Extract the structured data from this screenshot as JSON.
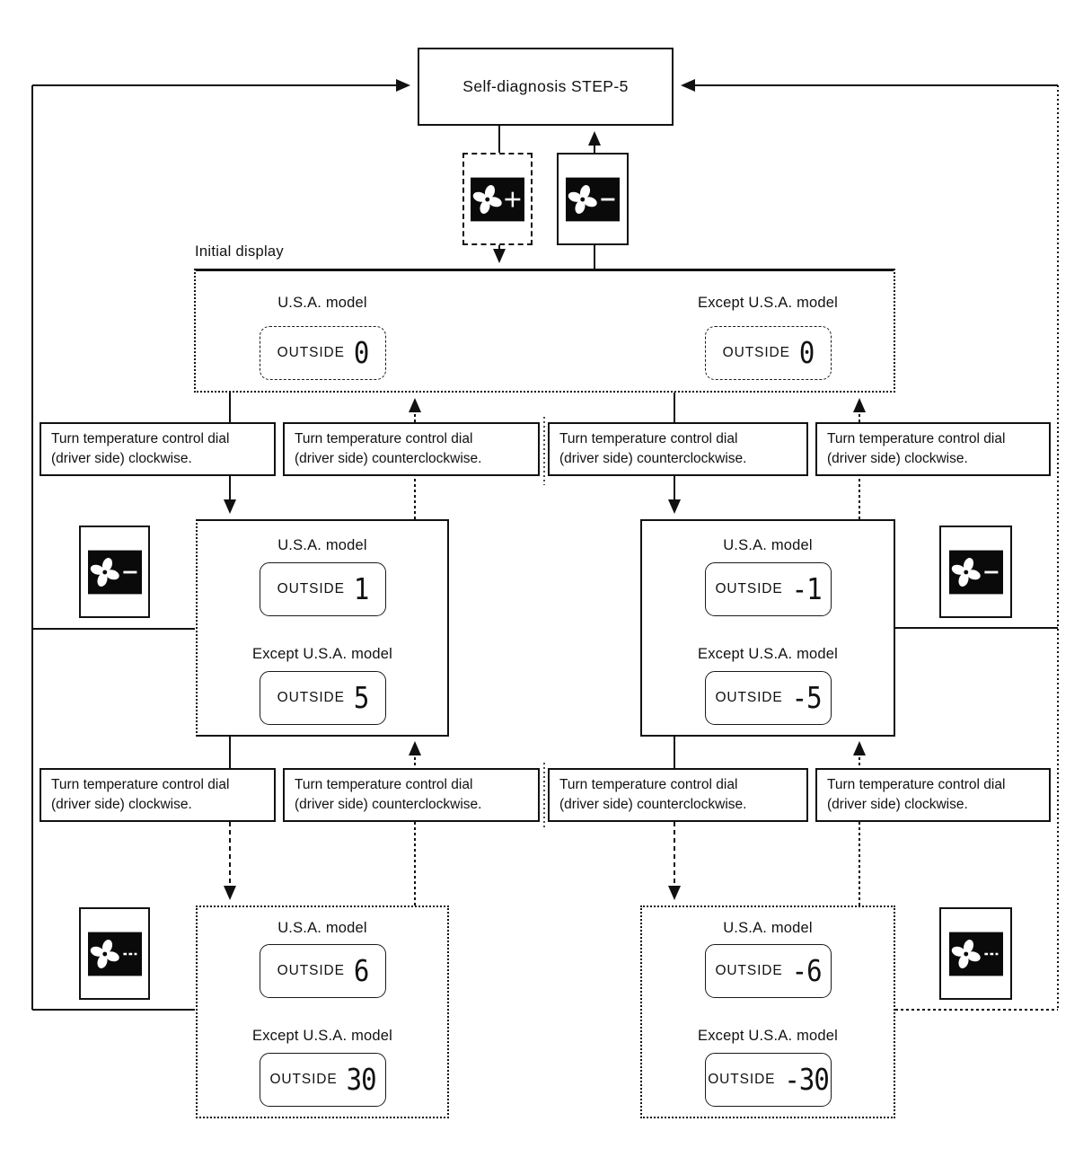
{
  "step5": {
    "title": "Self-diagnosis STEP-5"
  },
  "initial": {
    "caption": "Initial display",
    "usa": {
      "label": "U.S.A. model",
      "outside": "OUTSIDE",
      "value": "0"
    },
    "except_usa": {
      "label": "Except U.S.A. model",
      "outside": "OUTSIDE",
      "value": "0"
    }
  },
  "instructions": {
    "cw": {
      "line1": "Turn temperature control dial",
      "line2": "(driver side) clockwise."
    },
    "ccw": {
      "line1": "Turn temperature control dial",
      "line2": "(driver side) counterclockwise."
    }
  },
  "mid_left": {
    "usa": {
      "label": "U.S.A. model",
      "outside": "OUTSIDE",
      "value": "1"
    },
    "except_usa": {
      "label": "Except U.S.A. model",
      "outside": "OUTSIDE",
      "value": "5"
    }
  },
  "mid_right": {
    "usa": {
      "label": "U.S.A. model",
      "outside": "OUTSIDE",
      "value": "-1"
    },
    "except_usa": {
      "label": "Except U.S.A. model",
      "outside": "OUTSIDE",
      "value": "-5"
    }
  },
  "bottom_left": {
    "usa": {
      "label": "U.S.A. model",
      "outside": "OUTSIDE",
      "value": "6"
    },
    "except_usa": {
      "label": "Except U.S.A. model",
      "outside": "OUTSIDE",
      "value": "30"
    }
  },
  "bottom_right": {
    "usa": {
      "label": "U.S.A. model",
      "outside": "OUTSIDE",
      "value": "-6"
    },
    "except_usa": {
      "label": "Except U.S.A. model",
      "outside": "OUTSIDE",
      "value": "-30"
    }
  },
  "icons": {
    "fan": "fan-icon",
    "plus": "+",
    "minus": "−"
  },
  "colors": {
    "ink": "#111111",
    "paper": "#ffffff",
    "screen": "#0a0a0a"
  }
}
